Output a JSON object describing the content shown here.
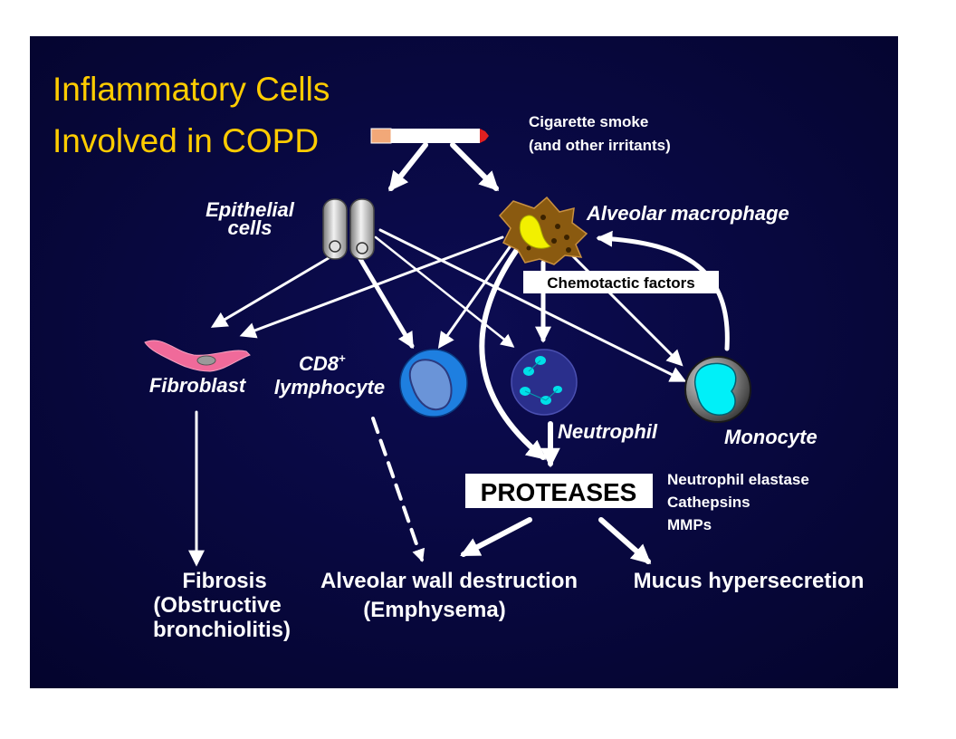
{
  "title": {
    "line1": "Inflammatory Cells",
    "line2": "Involved in COPD"
  },
  "source": {
    "line1": "Cigarette smoke",
    "line2": "(and other irritants)"
  },
  "cells": {
    "epithelial_line1": "Epithelial",
    "epithelial_line2": "cells",
    "macrophage": "Alveolar macrophage",
    "fibroblast": "Fibroblast",
    "cd8_main": "CD8",
    "cd8_sup": "+",
    "cd8_line2": "lymphocyte",
    "neutrophil": "Neutrophil",
    "monocyte": "Monocyte"
  },
  "chemotactic": "Chemotactic factors",
  "proteases": {
    "label": "PROTEASES",
    "items": [
      "Neutrophil elastase",
      "Cathepsins",
      "MMPs"
    ]
  },
  "outcomes": {
    "fibrosis": [
      "Fibrosis",
      "(Obstructive",
      "bronchiolitis)"
    ],
    "emphysema": [
      "Alveolar wall destruction",
      "(Emphysema)"
    ],
    "mucus": "Mucus hypersecretion"
  },
  "colors": {
    "background": "#06063a",
    "title": "#ffcc00",
    "arrow": "#ffffff",
    "fibroblast": "#f06a9a",
    "lymphocyte": "#1e7fe0",
    "neutrophil": "#2a2f8c",
    "monocyte": "#8a8a8a",
    "macrophage": "#8a5a10"
  }
}
